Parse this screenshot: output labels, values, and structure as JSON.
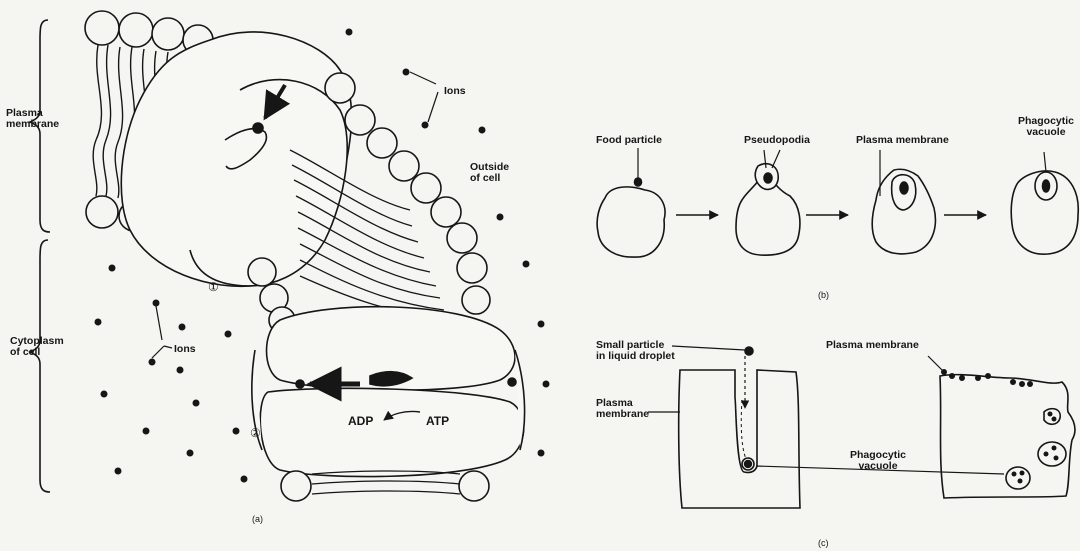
{
  "panel_a": {
    "plasma_membrane_label": "Plasma\nmembrane",
    "cytoplasm_label": "Cytoplasm\nof cell",
    "ions_top_label": "Ions",
    "ions_left_label": "Ions",
    "outside_cell_label": "Outside\nof cell",
    "adp_label": "ADP",
    "atp_label": "ATP",
    "step_1_label": "①",
    "step_2_label": "②",
    "caption": "(a)"
  },
  "panel_b": {
    "food_particle_label": "Food particle",
    "pseudopodia_label": "Pseudopodia",
    "plasma_membrane_label": "Plasma membrane",
    "phagocytic_vacuole_label": "Phagocytic\nvacuole",
    "caption": "(b)"
  },
  "panel_c": {
    "small_particle_label": "Small particle\nin liquid droplet",
    "plasma_membrane_left_label": "Plasma\nmembrane",
    "plasma_membrane_right_label": "Plasma membrane",
    "phagocytic_vacuole_label": "Phagocytic\nvacuole",
    "caption": "(c)"
  },
  "colors": {
    "ink": "#161616",
    "paper": "#f5f5f2"
  }
}
